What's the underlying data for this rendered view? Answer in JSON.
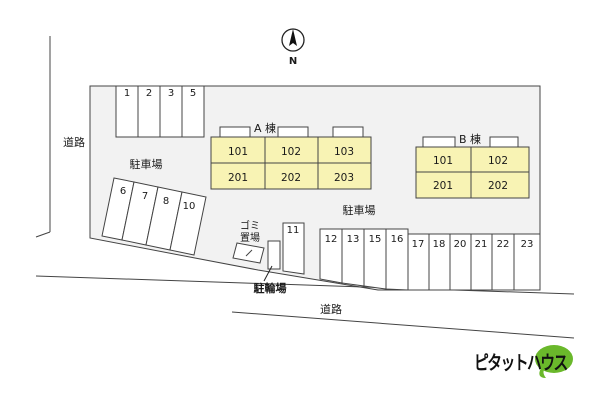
{
  "compass": {
    "label": "N"
  },
  "roads": {
    "left": "道路",
    "bottom": "道路"
  },
  "parking_area_label": "駐車場",
  "parking_area_right_label": "駐車場",
  "bike_parking_label": "駐輪場",
  "garbage_label": [
    "ゴミ",
    "置場"
  ],
  "parking_top": [
    "1",
    "2",
    "3",
    "5"
  ],
  "parking_diagonal": [
    "6",
    "7",
    "8",
    "10"
  ],
  "parking_eleven": "11",
  "parking_bottom": [
    "12",
    "13",
    "15",
    "16",
    "17",
    "18",
    "20",
    "21",
    "22",
    "23"
  ],
  "building_a": {
    "label": "A 棟",
    "units_top": [
      "101",
      "102",
      "103"
    ],
    "units_bottom": [
      "201",
      "202",
      "203"
    ]
  },
  "building_b": {
    "label": "B 棟",
    "units_top": [
      "101",
      "102"
    ],
    "units_bottom": [
      "201",
      "202"
    ]
  },
  "brand": {
    "name": "ピタットハウス"
  },
  "colors": {
    "building": "#f8f3b4",
    "brand_green": "#6ab82b",
    "lot": "#f2f2f2"
  }
}
